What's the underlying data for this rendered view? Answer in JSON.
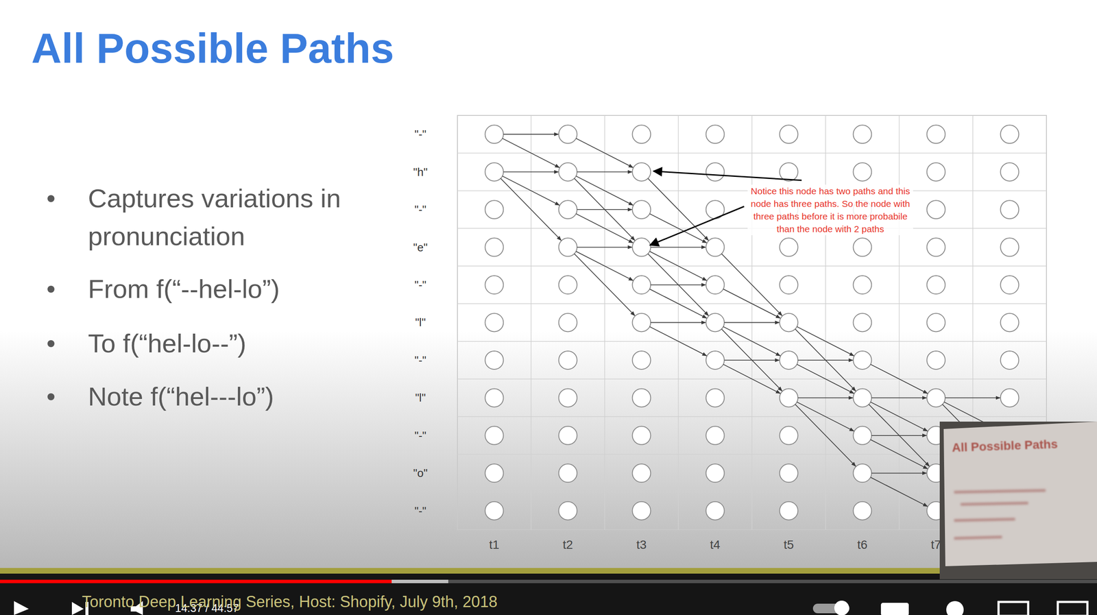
{
  "diagram": {
    "title": "All Possible Paths",
    "labels": [
      "Captures variations in pronunciation",
      "From f(“--hel-lo”)",
      "To f(“hel-lo--”)",
      "Note f(“hel---lo”)",
      "\"-\"",
      "\"h\"",
      "\"-\"",
      "\"e\"",
      "\"-\"",
      "\"l\"",
      "\"-\"",
      "\"l\"",
      "\"-\"",
      "\"o\"",
      "\"-\"",
      "t1",
      "t2",
      "t3",
      "t4",
      "t5",
      "t6",
      "t7",
      "Notice this node has two paths and this node has three paths. So the node with three paths before it is more probabile than the node with 2 paths",
      "14:37 / 44:57",
      "Toronto Deep Learning Series, Host: Shopify, July 9th, 2018",
      "All Possible Paths"
    ]
  }
}
